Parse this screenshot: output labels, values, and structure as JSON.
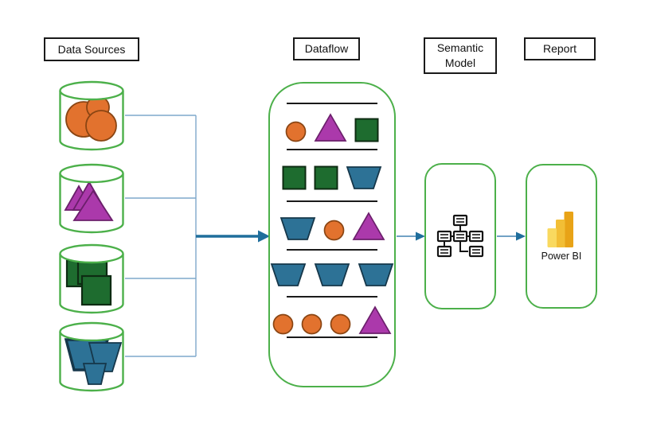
{
  "header_labels": {
    "data_sources": "Data Sources",
    "dataflow": "Dataflow",
    "semantic_model": "Semantic Model",
    "report": "Report"
  },
  "report_card": {
    "powerbi_label": "Power BI"
  },
  "colors": {
    "container_green": "#4CB04A",
    "connector_light_blue": "#7FA8CB",
    "arrow_blue": "#1F6E9C",
    "shape_orange": "#E2722E",
    "shape_orange_outline": "#8A4513",
    "shape_purple": "#AB39AB",
    "shape_purple_outline": "#6B1F6B",
    "shape_green": "#1E6C2F",
    "shape_green_outline": "#0D2B12",
    "shape_blue": "#2D7296",
    "shape_blue_outline": "#16374A",
    "powerbi_light": "#F9D95F",
    "powerbi_mid": "#F2BE35",
    "powerbi_dark": "#E8A317",
    "line_black": "#1a1a1a"
  },
  "data_sources": [
    {
      "id": "circles-source",
      "shape": "circle"
    },
    {
      "id": "triangles-source",
      "shape": "triangle"
    },
    {
      "id": "squares-source",
      "shape": "square"
    },
    {
      "id": "trapezoids-source",
      "shape": "trapezoid"
    }
  ],
  "dataflow": {
    "rows": [
      [
        "circle",
        "triangle",
        "square"
      ],
      [
        "square",
        "square",
        "trapezoid"
      ],
      [
        "trapezoid",
        "circle",
        "triangle"
      ],
      [
        "trapezoid",
        "trapezoid",
        "trapezoid"
      ],
      [
        "circle",
        "circle",
        "circle",
        "triangle"
      ]
    ]
  }
}
